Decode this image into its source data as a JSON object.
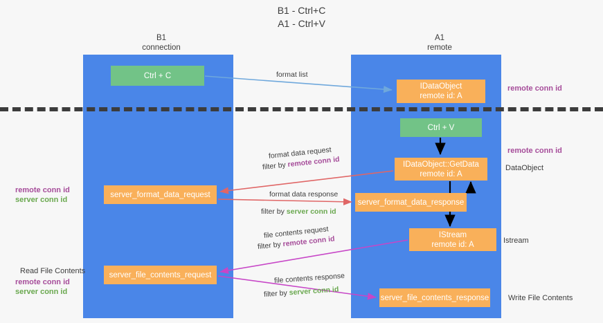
{
  "title": "B1 - Ctrl+C\nA1 - Ctrl+V",
  "columns": {
    "left": "B1\nconnection",
    "right": "A1\nremote"
  },
  "colors": {
    "lane": "#4a86e8",
    "node_orange": "#f9b05a",
    "node_green": "#72c387",
    "remote_conn_id": "#a64d9a",
    "server_conn_id": "#6aa84f",
    "divider": "#3c3c3c",
    "arrow_format_list": "#6fa8dc",
    "arrow_format_data": "#e06666",
    "arrow_file_contents": "#c746c7",
    "arrow_internal": "#000000",
    "background": "#f7f7f7"
  },
  "nodes": {
    "ctrl_c": {
      "label": "Ctrl + C"
    },
    "idataobject": {
      "line1": "IDataObject",
      "line2": "remote id: A"
    },
    "ctrl_v": {
      "label": "Ctrl + V"
    },
    "getdata": {
      "line1": "IDataObject::GetData",
      "line2": "remote id: A"
    },
    "format_data_request": {
      "label": "server_format_data_request"
    },
    "format_data_response": {
      "label": "server_format_data_response"
    },
    "istream": {
      "line1": "IStream",
      "line2": "remote id: A"
    },
    "file_contents_request": {
      "label": "server_file_contents_request"
    },
    "file_contents_response": {
      "label": "server_file_contents_response"
    }
  },
  "edge_labels": {
    "format_list": "format list",
    "format_data_request": "format data request",
    "format_data_request_filter_prefix": "filter by ",
    "format_data_request_filter_value": "remote conn id",
    "format_data_response": "format data response",
    "format_data_response_filter_prefix": "filter by ",
    "format_data_response_filter_value": "server conn id",
    "file_contents_request": "file contents request",
    "file_contents_request_filter_prefix": "filter by ",
    "file_contents_request_filter_value": "remote conn id",
    "file_contents_response": "file contents response",
    "file_contents_response_filter_prefix": "filter by ",
    "file_contents_response_filter_value": "server conn id"
  },
  "right_notes": {
    "remote_conn_id_1": "remote conn id",
    "remote_conn_id_2": "remote conn id",
    "data_object": "DataObject",
    "istream": "Istream",
    "write_file_contents": "Write File Contents"
  },
  "left_notes": {
    "remote_conn_id": "remote conn id",
    "server_conn_id": "server conn id",
    "read_file_contents": "Read File Contents",
    "remote_conn_id_2": "remote conn id",
    "server_conn_id_2": "server conn id"
  }
}
